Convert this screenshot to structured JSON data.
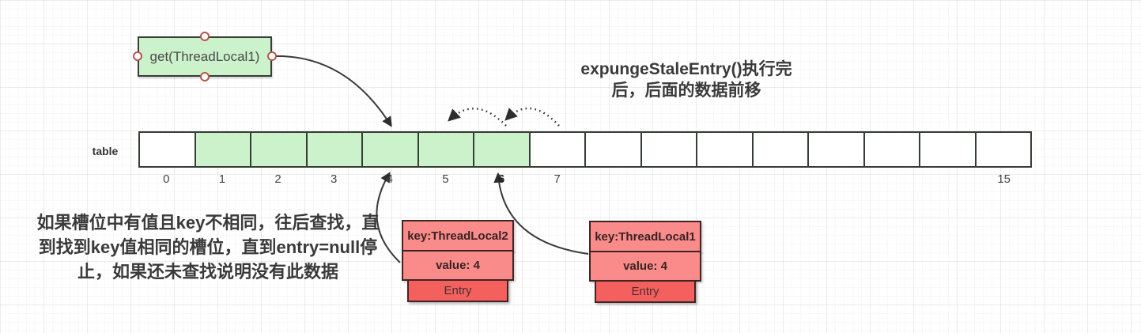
{
  "colors": {
    "green_fill": "#ccf2cc",
    "shape_border": "#363d36",
    "handle_stroke": "#b85450",
    "pink_fill": "#f98b8b",
    "red_fill": "#f4605e",
    "entry_border": "#402424"
  },
  "get_box": {
    "label": "get(ThreadLocal1)"
  },
  "note_top_right": {
    "lines": [
      "expungeStaleEntry()执行完",
      "后，后面的数据前移"
    ]
  },
  "note_bottom_left": {
    "lines": [
      "如果槽位中有值且key不相同，往后查找，直",
      "到找到key值相同的槽位，直到entry=null停",
      "止，如果还未查找说明没有此数据"
    ]
  },
  "table": {
    "label": "table",
    "slots": [
      {
        "index": "0",
        "filled": false,
        "bold": false
      },
      {
        "index": "1",
        "filled": true,
        "bold": false
      },
      {
        "index": "2",
        "filled": true,
        "bold": false
      },
      {
        "index": "3",
        "filled": true,
        "bold": false
      },
      {
        "index": "4",
        "filled": true,
        "bold": false
      },
      {
        "index": "5",
        "filled": true,
        "bold": false
      },
      {
        "index": "6",
        "filled": true,
        "bold": true
      },
      {
        "index": "7",
        "filled": false,
        "bold": false
      },
      {
        "index": "",
        "filled": false,
        "bold": false
      },
      {
        "index": "",
        "filled": false,
        "bold": false
      },
      {
        "index": "",
        "filled": false,
        "bold": false
      },
      {
        "index": "",
        "filled": false,
        "bold": false
      },
      {
        "index": "",
        "filled": false,
        "bold": false
      },
      {
        "index": "",
        "filled": false,
        "bold": false
      },
      {
        "index": "",
        "filled": false,
        "bold": false
      },
      {
        "index": "15",
        "filled": false,
        "bold": false
      }
    ]
  },
  "entries": [
    {
      "key": "key:ThreadLocal2",
      "value": "value: 4",
      "label": "Entry"
    },
    {
      "key": "key:ThreadLocal1",
      "value": "value: 4",
      "label": "Entry"
    }
  ]
}
